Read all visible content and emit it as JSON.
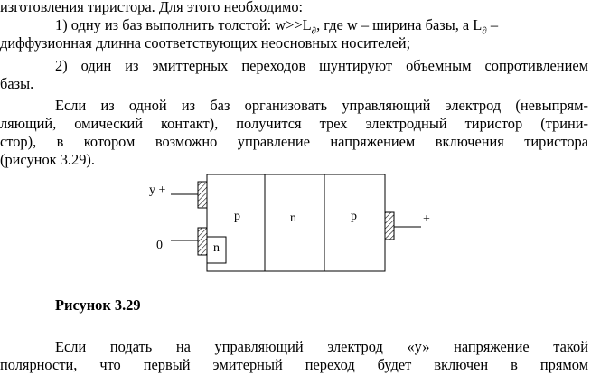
{
  "text": {
    "line1": "изготовления тиристора. Для этого необходимо:",
    "line2a": "1) одну из баз выполнить толстой: w>>L",
    "line2sub": "∂",
    "line2b": ", где w – ширина базы, а L",
    "line2sub2": "∂",
    "line2c": " –",
    "line3": "диффузионная длинна соответствующих неосновных носителей;",
    "line4": "2) один из эмиттерных переходов шунтируют объемным сопротивлением",
    "line5": "базы.",
    "line6": "Если из одной из баз организовать управляющий электрод (невыпрям-",
    "line7": "ляющий, омический контакт), получится трех электродный тиристор (трини-",
    "line8": "стор), в котором возможно управление напряжением включения тиристора",
    "line9": "(рисунок 3.29).",
    "caption": "Рисунок 3.29",
    "line10": "Если подать на управляющий электрод «у» напряжение такой",
    "line11": "полярности, что первый эмитерный переход будет включен в прямом"
  },
  "figure": {
    "label_y": "у +",
    "label_zero": "0",
    "label_plus": "+",
    "region1": "p",
    "region2": "n",
    "region3": "p",
    "inner_region": "n"
  }
}
